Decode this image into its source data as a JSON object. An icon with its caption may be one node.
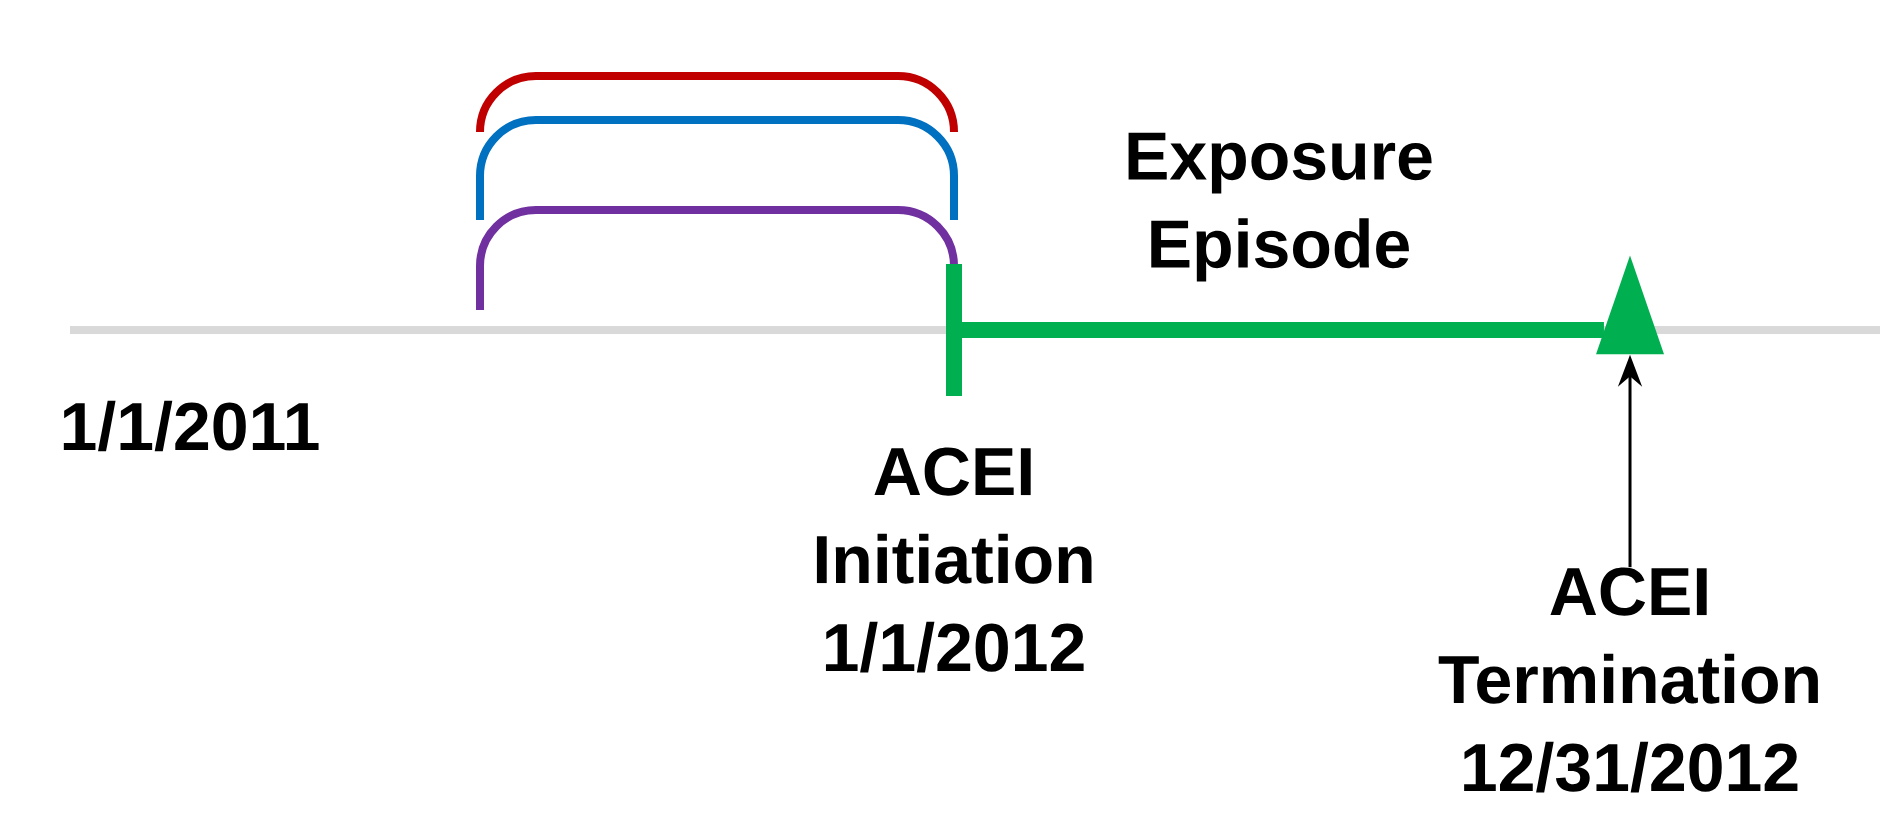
{
  "diagram": {
    "nodes": [
      {
        "text": [
          "ACEI Initiation 1/1/2012"
        ]
      },
      {
        "text": [
          "ACEI Termination 12/31/2012"
        ]
      },
      {
        "text": [],
        "shape": "triangle"
      }
    ],
    "edges": [
      {
        "from": 0,
        "to": 2,
        "arrow": "none",
        "label": "Exposure Episode",
        "style": "thick",
        "color": "#00b050"
      },
      {
        "from": 1,
        "to": 2,
        "arrow": "to",
        "color": "#000000"
      }
    ],
    "labels": [
      "1/1/2011"
    ]
  }
}
